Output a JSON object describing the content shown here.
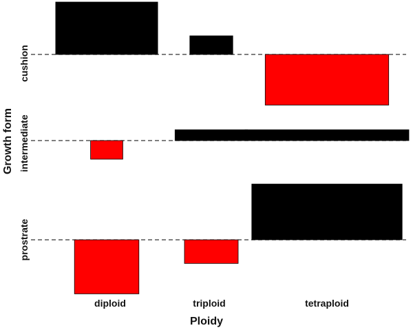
{
  "chart_data": {
    "type": "mosaic",
    "xlabel": "Ploidy",
    "ylabel": "Growth form",
    "categories": [
      "diploid",
      "triploid",
      "tetraploid"
    ],
    "rows": [
      "cushion",
      "intermediate",
      "prostrate"
    ],
    "column_proportions": [
      0.31,
      0.2,
      0.49
    ],
    "row_proportions": [
      [
        0.38,
        0.16,
        0.46
      ],
      [
        0.12,
        0.27,
        0.61
      ],
      [
        0.24,
        0.2,
        0.56
      ]
    ],
    "residuals": {
      "cushion": [
        1.55,
        0.55,
        -1.5
      ],
      "intermediate": [
        -0.55,
        0.32,
        0.32
      ],
      "prostrate": [
        -1.6,
        -0.7,
        1.65
      ]
    },
    "colors": {
      "positive": "#000000",
      "negative": "#ff0000"
    },
    "baseline_style": "dashed",
    "grid": false,
    "legend": "none"
  }
}
